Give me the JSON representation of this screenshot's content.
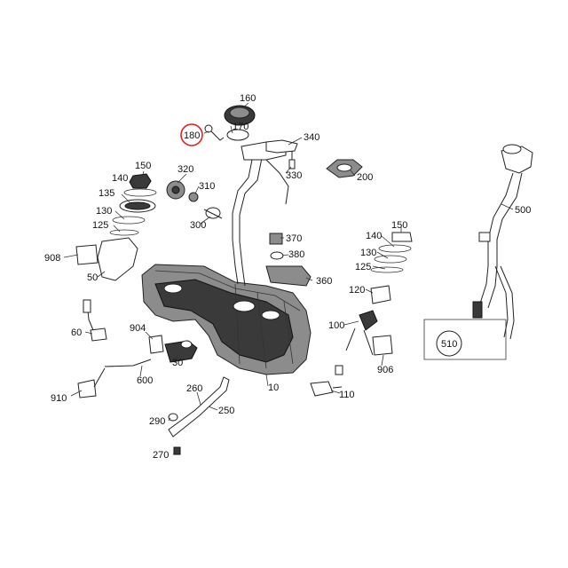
{
  "labels": {
    "l160": "160",
    "l170": "170",
    "l180": "180",
    "l340": "340",
    "l330": "330",
    "l200": "200",
    "l150a": "150",
    "l140a": "140",
    "l135": "135",
    "l130a": "130",
    "l125a": "125",
    "l908": "908",
    "l50": "50",
    "l320": "320",
    "l310": "310",
    "l300": "300",
    "l370": "370",
    "l380": "380",
    "l360": "360",
    "l500": "500",
    "l150b": "150",
    "l140b": "140",
    "l130b": "130",
    "l125b": "125",
    "l120": "120",
    "l510": "510",
    "l60": "60",
    "l904": "904",
    "l100": "100",
    "l906": "906",
    "l30": "30",
    "l600": "600",
    "l10": "10",
    "l910": "910",
    "l260": "260",
    "l110": "110",
    "l290": "290",
    "l250": "250",
    "l270": "270"
  },
  "highlight": {
    "label": "180",
    "color": "#e0201c"
  }
}
